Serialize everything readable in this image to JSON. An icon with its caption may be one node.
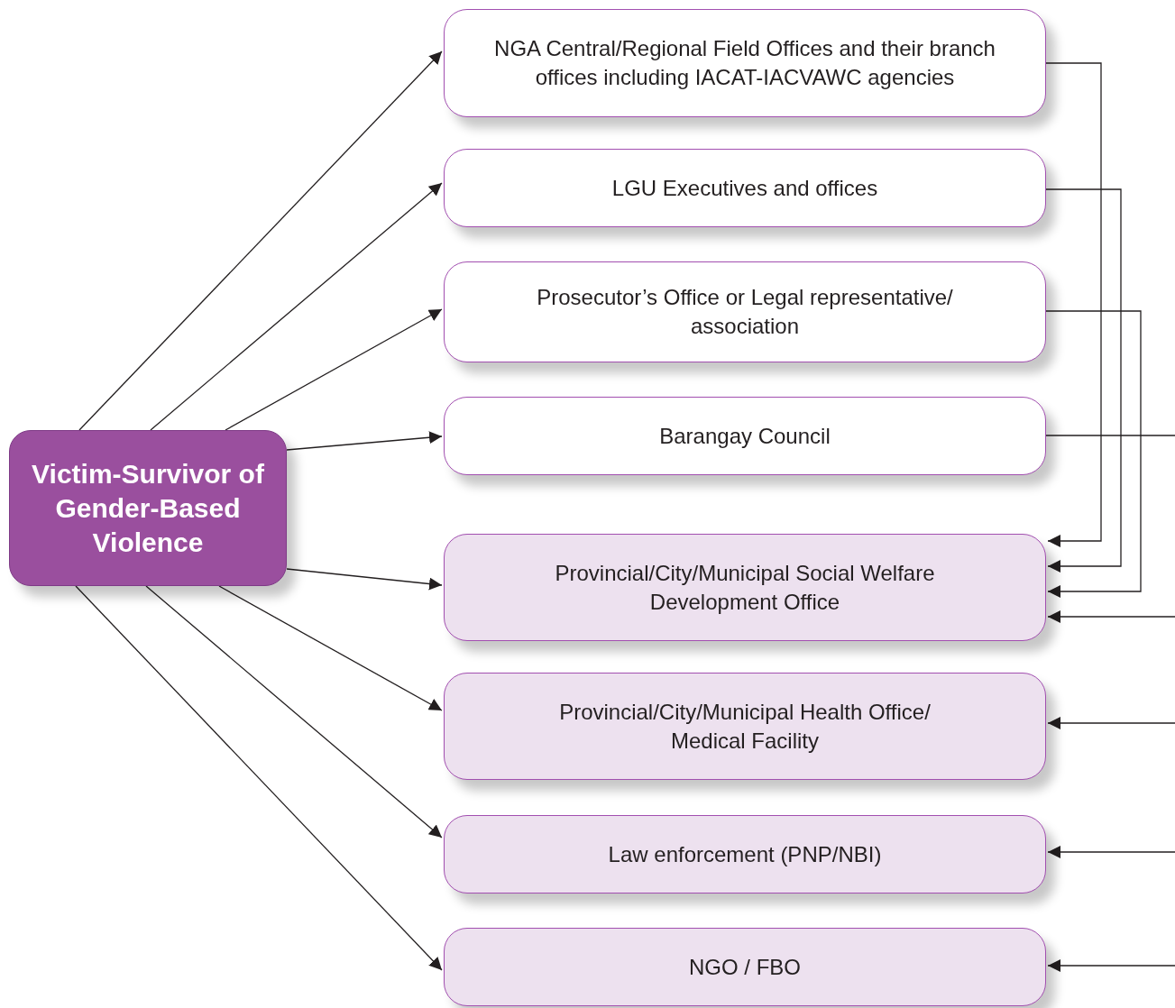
{
  "diagram": {
    "nodes": [
      {
        "text": [
          "Victim-Survivor of Gender-Based Violence"
        ]
      },
      {
        "text": [
          "NGA Central/Regional Field Offices and their branch offices including IACAT-IACVAWC agencies"
        ]
      },
      {
        "text": [
          "LGU Executives and offices"
        ]
      },
      {
        "text": [
          "Prosecutor’s Office or Legal representative/ association"
        ]
      },
      {
        "text": [
          "Barangay Council"
        ]
      },
      {
        "text": [
          "Provincial/City/Municipal Social Welfare Development Office"
        ]
      },
      {
        "text": [
          "Provincial/City/Municipal Health Office/ Medical Facility"
        ]
      },
      {
        "text": [
          "Law enforcement (PNP/NBI)"
        ]
      },
      {
        "text": [
          "NGO / FBO"
        ]
      }
    ],
    "edges": [
      {
        "from": 0,
        "to": 1,
        "arrow": "to"
      },
      {
        "from": 0,
        "to": 2,
        "arrow": "to"
      },
      {
        "from": 0,
        "to": 3,
        "arrow": "to"
      },
      {
        "from": 0,
        "to": 4,
        "arrow": "to"
      },
      {
        "from": 0,
        "to": 5,
        "arrow": "to"
      },
      {
        "from": 0,
        "to": 6,
        "arrow": "to"
      },
      {
        "from": 0,
        "to": 7,
        "arrow": "to"
      },
      {
        "from": 0,
        "to": 8,
        "arrow": "to"
      },
      {
        "from": 1,
        "to": 5,
        "arrow": "to"
      },
      {
        "from": 2,
        "to": 5,
        "arrow": "to"
      },
      {
        "from": 3,
        "to": 5,
        "arrow": "to"
      },
      {
        "from": 4,
        "to": null,
        "arrow": "none"
      },
      {
        "from": null,
        "to": 5,
        "arrow": "to"
      },
      {
        "from": null,
        "to": 6,
        "arrow": "to"
      },
      {
        "from": null,
        "to": 7,
        "arrow": "to"
      },
      {
        "from": null,
        "to": 8,
        "arrow": "to"
      }
    ]
  }
}
